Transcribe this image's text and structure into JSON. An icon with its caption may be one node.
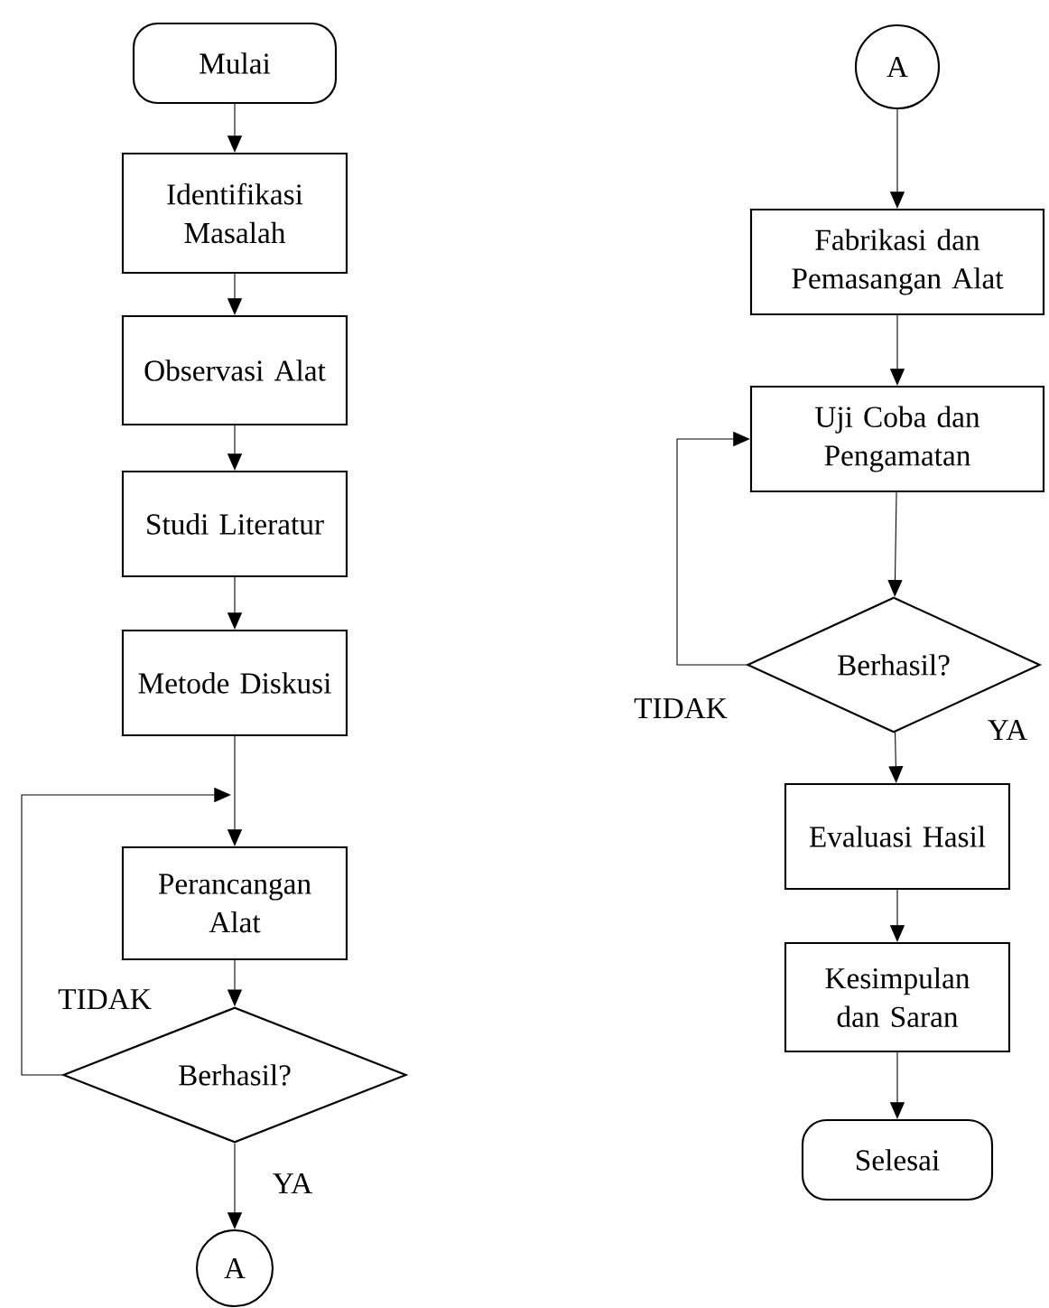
{
  "diagram": {
    "nodes": [
      {
        "text": [
          "Mulai"
        ]
      },
      {
        "text": [
          "Identifikasi Masalah"
        ]
      },
      {
        "text": [
          "Observasi Alat"
        ]
      },
      {
        "text": [
          "Studi Literatur"
        ]
      },
      {
        "text": [
          "Metode Diskusi"
        ]
      },
      {
        "text": [
          "Perancangan Alat"
        ]
      },
      {
        "text": [
          "Berhasil?"
        ]
      },
      {
        "text": [
          "A"
        ]
      },
      {
        "text": [
          "A"
        ]
      },
      {
        "text": [
          "Fabrikasi dan Pemasangan Alat"
        ]
      },
      {
        "text": [
          "Uji Coba dan Pengamatan"
        ]
      },
      {
        "text": [
          "Berhasil?"
        ]
      },
      {
        "text": [
          "Evaluasi Hasil"
        ]
      },
      {
        "text": [
          "Kesimpulan dan Saran"
        ]
      },
      {
        "text": [
          "Selesai"
        ]
      }
    ],
    "edges": [
      {
        "from": 0,
        "to": 1,
        "arrow": "to"
      },
      {
        "from": 1,
        "to": 2,
        "arrow": "to"
      },
      {
        "from": 2,
        "to": 3,
        "arrow": "to"
      },
      {
        "from": 3,
        "to": 4,
        "arrow": "to"
      },
      {
        "from": 4,
        "to": 5,
        "arrow": "to"
      },
      {
        "from": 5,
        "to": 6,
        "arrow": "to"
      },
      {
        "from": 6,
        "to": 5,
        "arrow": "to",
        "label": "TIDAK"
      },
      {
        "from": 6,
        "to": 7,
        "arrow": "to",
        "label": "YA"
      },
      {
        "from": 8,
        "to": 9,
        "arrow": "to"
      },
      {
        "from": 9,
        "to": 10,
        "arrow": "to"
      },
      {
        "from": 10,
        "to": 11,
        "arrow": "to"
      },
      {
        "from": 11,
        "to": 10,
        "arrow": "to",
        "label": "TIDAK"
      },
      {
        "from": 11,
        "to": 12,
        "arrow": "to",
        "label": "YA"
      },
      {
        "from": 12,
        "to": 13,
        "arrow": "to"
      },
      {
        "from": 13,
        "to": 14,
        "arrow": "to"
      }
    ]
  }
}
